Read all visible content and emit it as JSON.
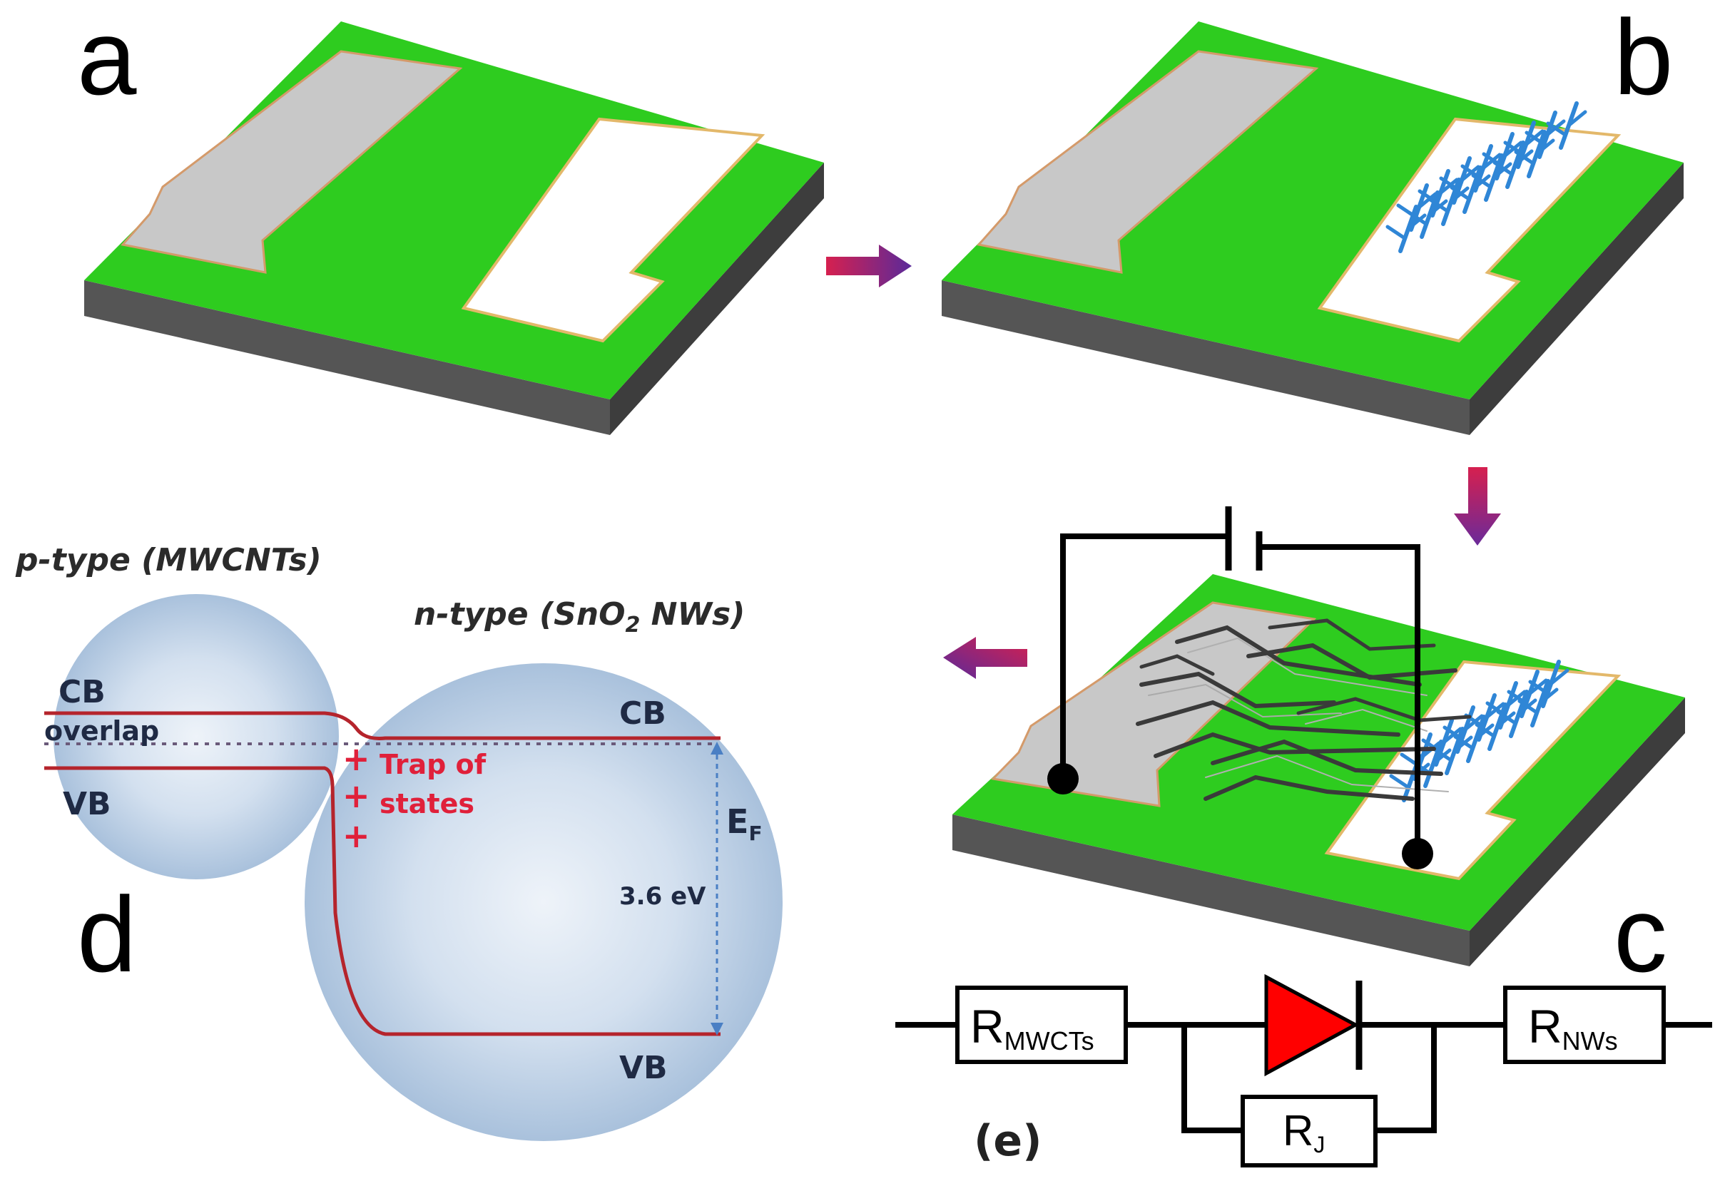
{
  "panels": {
    "a": "a",
    "b": "b",
    "c": "c",
    "d": "d",
    "e": "(e)"
  },
  "band_diagram": {
    "p_type_title": "p-type (MWCNTs)",
    "n_type_title_pre": "n-type (SnO",
    "n_type_title_sub": "2",
    "n_type_title_post": " NWs)",
    "p_cb": "CB",
    "p_overlap": "overlap",
    "p_vb": "VB",
    "n_cb": "CB",
    "n_vb": "VB",
    "trap_line1": "Trap of",
    "trap_line2": "states",
    "plus": "+",
    "fermi_main": "E",
    "fermi_sub": "F",
    "gap": "3.6 eV"
  },
  "circuit": {
    "r1_main": "R",
    "r1_sub": "MWCTs",
    "r2_main": "R",
    "r2_sub": "NWs",
    "rj_main": "R",
    "rj_sub": "J"
  },
  "colors": {
    "substrate_top": "#2ecc1f",
    "substrate_side": "#4a4a4a",
    "electrode_gray": "#c8c8c8",
    "electrode_white": "#ffffff",
    "nanowire_blue": "#2f86d6",
    "band_line": "#b5242c",
    "trap_red": "#e0203a",
    "diode_red": "#ff0000",
    "bubble": "#b8cde4"
  }
}
